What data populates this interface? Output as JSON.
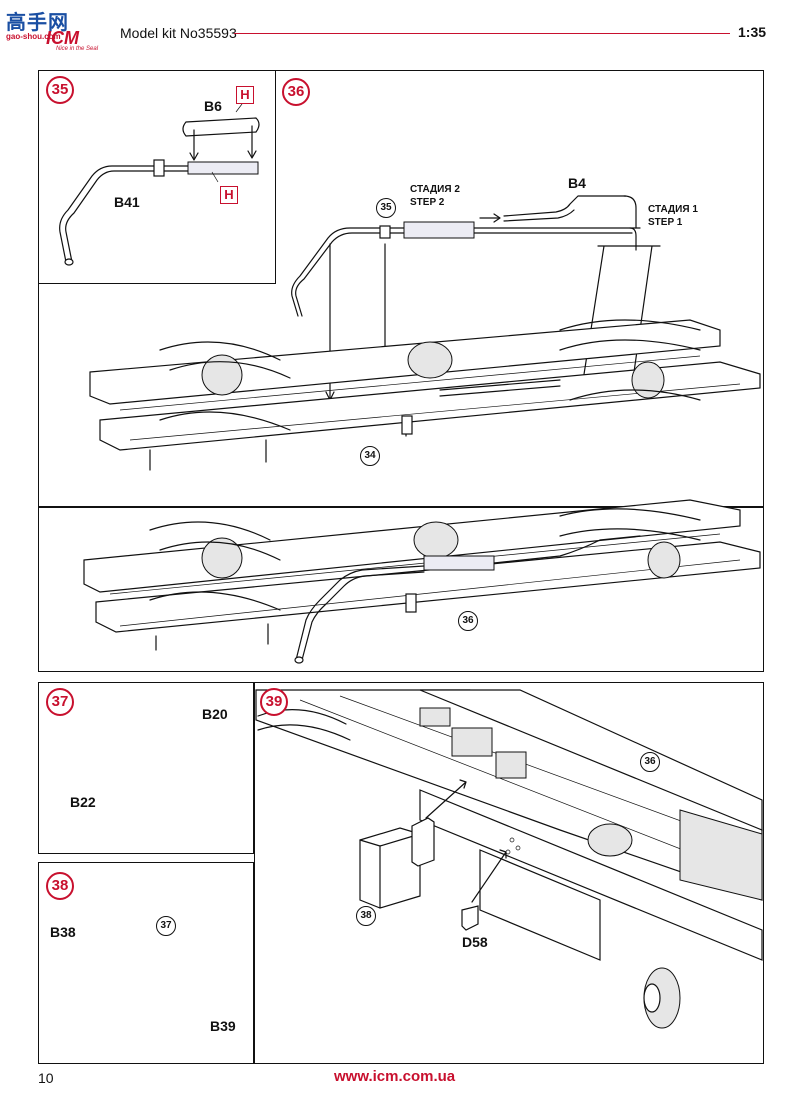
{
  "header": {
    "logo_cn": "高手网",
    "logo_brand": "ICM",
    "logo_domain": "gao-shou.com",
    "logo_tagline": "Nice in the Seal",
    "title": "Model kit No35593",
    "scale": "1:35"
  },
  "steps": {
    "s35": {
      "number": "35",
      "part_b6": "B6",
      "part_b41": "B41",
      "mark": "H"
    },
    "s36": {
      "number": "36",
      "stage2": "СТАДИЯ 2",
      "step2": "STEP 2",
      "ref35": "35",
      "part_b4": "B4",
      "stage1": "СТАДИЯ 1",
      "step1": "STEP 1",
      "ref34": "34",
      "ref36": "36"
    },
    "s37": {
      "number": "37",
      "part_b20": "B20",
      "part_b22": "B22"
    },
    "s38": {
      "number": "38",
      "ref37": "37",
      "part_b38": "B38",
      "part_b39": "B39"
    },
    "s39": {
      "number": "39",
      "ref36": "36",
      "ref38": "38",
      "part_d58": "D58"
    }
  },
  "footer": {
    "page_number": "10",
    "website": "www.icm.com.ua"
  },
  "colors": {
    "accent": "#c8102e",
    "line": "#111111",
    "footer_url": "#c8102e"
  }
}
